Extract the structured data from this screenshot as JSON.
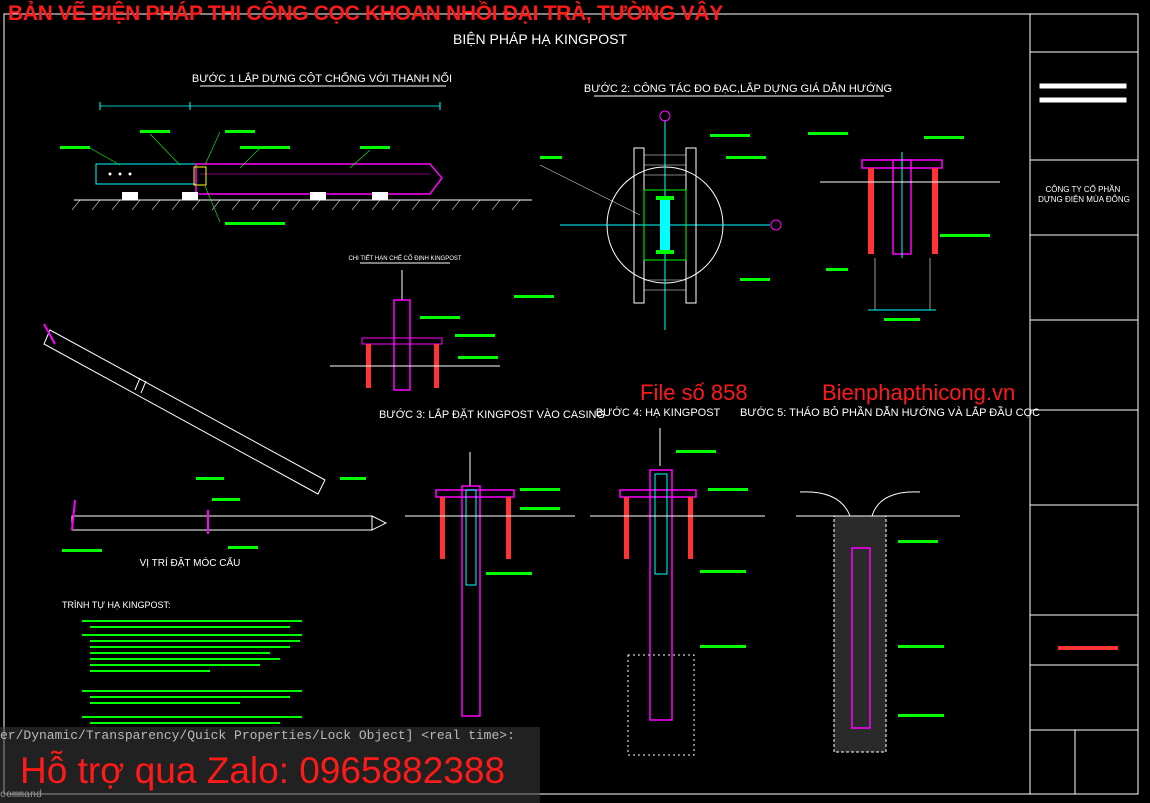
{
  "banner": {
    "top_title": "BẢN VẼ BIỆN PHÁP THI CÔNG CỌC KHOAN NHỒI ĐẠI TRÀ, TƯỜNG VÂY",
    "file_number": "File số 858",
    "website": "Bienphapthicong.vn",
    "zalo": "Hỗ trợ qua Zalo: 0965882388"
  },
  "drawing": {
    "main_title": "BIỆN PHÁP HẠ KINGPOST",
    "step1_title": "BƯỚC 1 LẮP DỰNG CỘT CHỐNG VỚI THANH NỐI",
    "step2_title": "BƯỚC 2: CÔNG TÁC ĐO ĐẠC,LẮP DỰNG GIÁ DẪN HƯỚNG",
    "step3_title": "BƯỚC 3: LẮP ĐẶT KINGPOST VÀO CASING",
    "step4_title": "BƯỚC 4: HẠ KINGPOST",
    "step5_title": "BƯỚC 5: THÁO BỎ PHẦN DẪN HƯỚNG VÀ LẮP ĐẦU CỌC",
    "hook_position_title": "VỊ TRÍ ĐẶT MÓC CẨU",
    "sequence_title": "TRÌNH TỰ HẠ KINGPOST:",
    "detail_title": "CHI TIẾT HẠN CHẾ CỐ ĐỊNH KINGPOST"
  },
  "title_block": {
    "company": "CÔNG TY CỔ PHẦN\nDỰNG ĐIỆN MÙA ĐÔNG"
  },
  "command_line": {
    "text": "er/Dynamic/Transparency/Quick Properties/Lock Object] <real time>:",
    "text2": "command"
  },
  "colors": {
    "background": "#000000",
    "kingpost": "#ff00ff",
    "casing": "#ff3333",
    "dimension": "#00ffff",
    "annotation": "#00ff00",
    "text": "#ffffff",
    "banner": "#ff1a1a"
  }
}
